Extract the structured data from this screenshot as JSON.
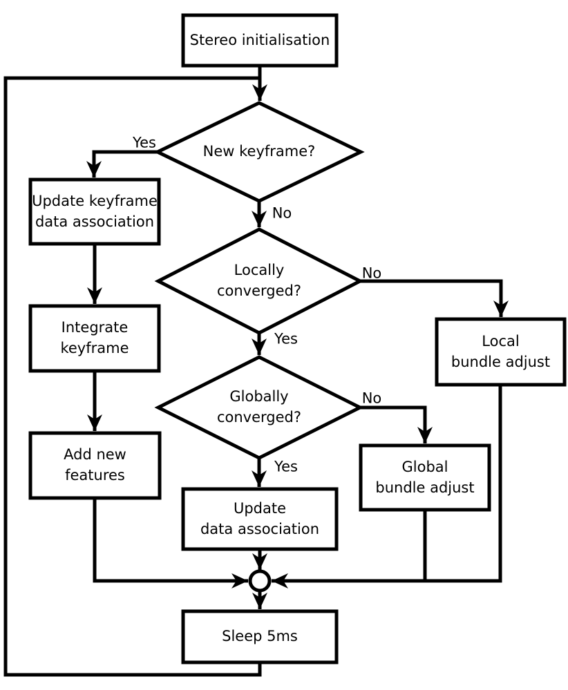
{
  "colors": {
    "stroke": "#000000",
    "background": "#ffffff"
  },
  "nodes": {
    "stereo_init": "Stereo initialisation",
    "new_keyframe": "New keyframe?",
    "update_keyframe_da": "Update keyframe\ndata association",
    "integrate_keyframe": "Integrate\nkeyframe",
    "add_new_features": "Add new\nfeatures",
    "locally_converged": "Locally\nconverged?",
    "globally_converged": "Globally\nconverged?",
    "local_bundle_adjust": "Local\nbundle adjust",
    "global_bundle_adjust": "Global\nbundle adjust",
    "update_da": "Update\ndata association",
    "sleep": "Sleep 5ms"
  },
  "edge_labels": {
    "new_keyframe_yes": "Yes",
    "new_keyframe_no": "No",
    "locally_converged_no": "No",
    "locally_converged_yes": "Yes",
    "globally_converged_no": "No",
    "globally_converged_yes": "Yes"
  }
}
